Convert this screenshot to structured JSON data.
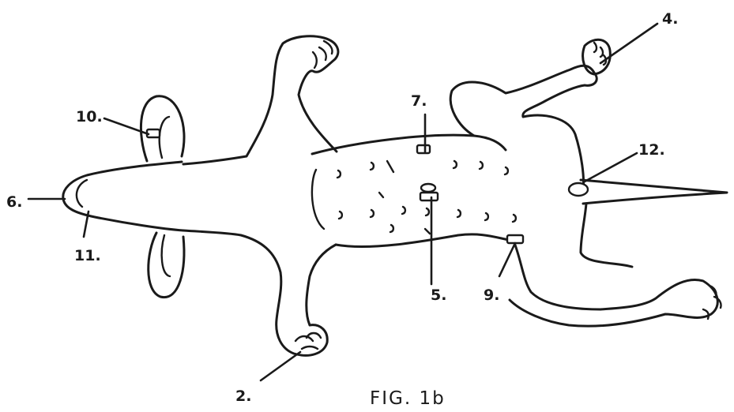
{
  "figure": {
    "caption": "FIG. 1b",
    "labels": {
      "l2": "2.",
      "l4": "4.",
      "l5": "5.",
      "l6": "6.",
      "l7": "7.",
      "l9": "9.",
      "l10": "10.",
      "l11": "11.",
      "l12": "12."
    }
  }
}
